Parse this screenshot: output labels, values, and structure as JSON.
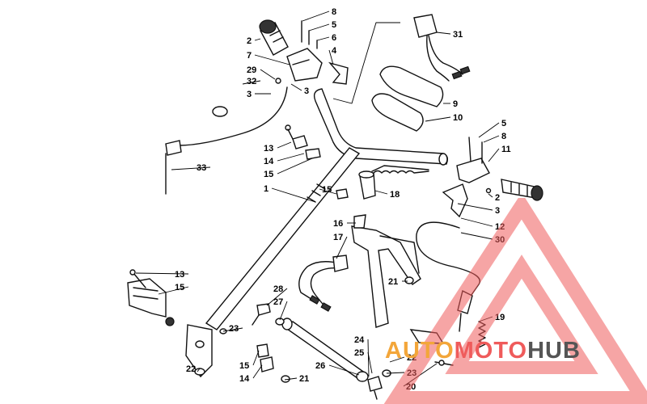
{
  "diagram": {
    "callouts": [
      "8",
      "5",
      "6",
      "4",
      "2",
      "7",
      "29",
      "3",
      "32",
      "3",
      "31",
      "9",
      "10",
      "5",
      "8",
      "11",
      "13",
      "14",
      "15",
      "1",
      "33",
      "15",
      "18",
      "16",
      "17",
      "2",
      "3",
      "12",
      "30",
      "21",
      "13",
      "15",
      "28",
      "27",
      "23",
      "22",
      "24",
      "25",
      "22",
      "23",
      "26",
      "15",
      "14",
      "21",
      "20",
      "19"
    ]
  },
  "watermark": {
    "word1": "AUTO",
    "word2": "MOTO",
    "word3": "HUB",
    "colors": {
      "orange": "#f3a63a",
      "red": "#ef5b5b",
      "gray": "#555555"
    }
  }
}
